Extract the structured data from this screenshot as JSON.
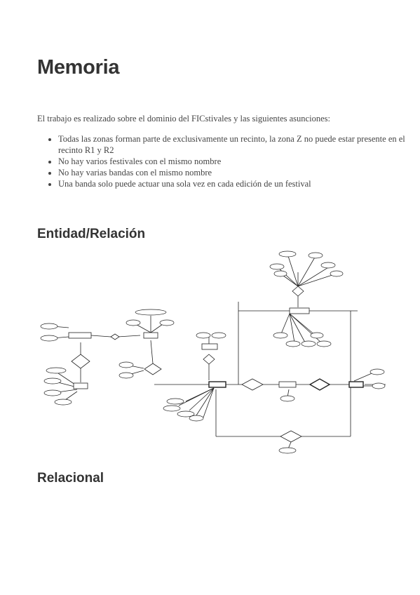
{
  "document": {
    "title": "Memoria",
    "intro": "El trabajo es realizado sobre el dominio del FICstivales y las siguientes asunciones:",
    "assumptions": [
      "Todas las zonas forman parte de exclusivamente un recinto, la zona Z no puede estar presente en el recinto R1 y R2",
      "No hay varios festivales con el mismo nombre",
      "No hay varias bandas con el mismo nombre",
      "Una banda solo puede actuar una sola vez en cada edición de un festival"
    ],
    "section_er": "Entidad/Relación",
    "section_relational": "Relacional"
  },
  "colors": {
    "heading": "#333333",
    "body_text": "#444444",
    "diagram_line": "#222222",
    "attribute_accent": "#3a7bd5"
  }
}
